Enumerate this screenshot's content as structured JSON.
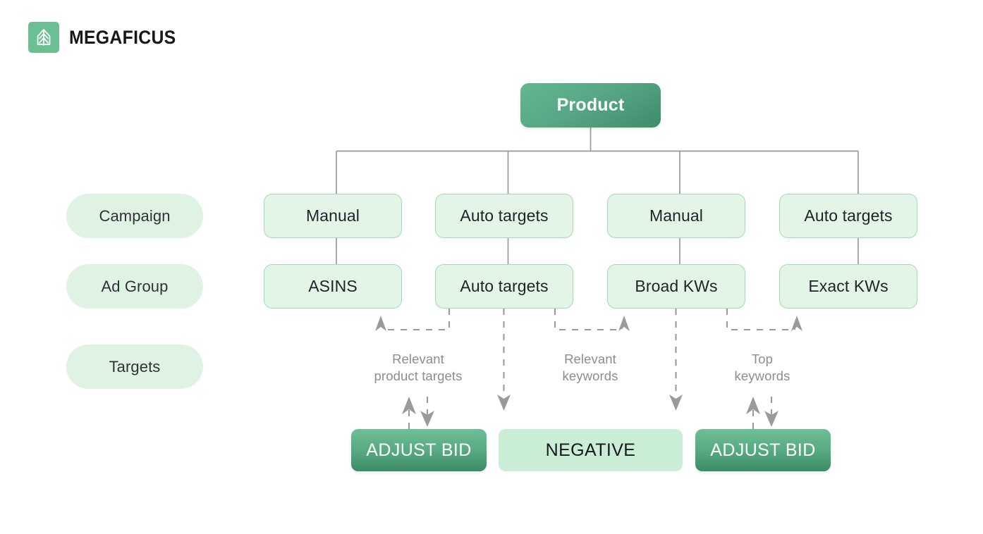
{
  "brand": {
    "name": "MEGAFICUS",
    "mark_icon": "tree-logo-icon",
    "mark_color": "#6cbf92"
  },
  "colors": {
    "accent_green": "#6cbf92",
    "box_fill": "#e2f5e7",
    "box_border": "#a5d9b5",
    "pill_fill": "#dff3e4",
    "dark_gradient_start": "#6fbe97",
    "dark_gradient_end": "#3c8a68",
    "line_gray": "#9a9a9a",
    "anno_text": "#8b8d90",
    "box_text": "#1f2328"
  },
  "row_labels": [
    {
      "label": "Campaign"
    },
    {
      "label": "Ad Group"
    },
    {
      "label": "Targets"
    }
  ],
  "root": {
    "label": "Product"
  },
  "campaigns": [
    {
      "label": "Manual"
    },
    {
      "label": "Auto targets"
    },
    {
      "label": "Manual"
    },
    {
      "label": "Auto targets"
    }
  ],
  "ad_groups": [
    {
      "label": "ASINS"
    },
    {
      "label": "Auto targets"
    },
    {
      "label": "Broad KWs"
    },
    {
      "label": "Exact KWs"
    }
  ],
  "annotations": [
    {
      "label": "Relevant\nproduct targets"
    },
    {
      "label": "Relevant\nkeywords"
    },
    {
      "label": "Top\nkeywords"
    }
  ],
  "actions": [
    {
      "label": "ADJUST BID",
      "style": "filled"
    },
    {
      "label": "NEGATIVE",
      "style": "light"
    },
    {
      "label": "ADJUST BID",
      "style": "filled"
    }
  ]
}
